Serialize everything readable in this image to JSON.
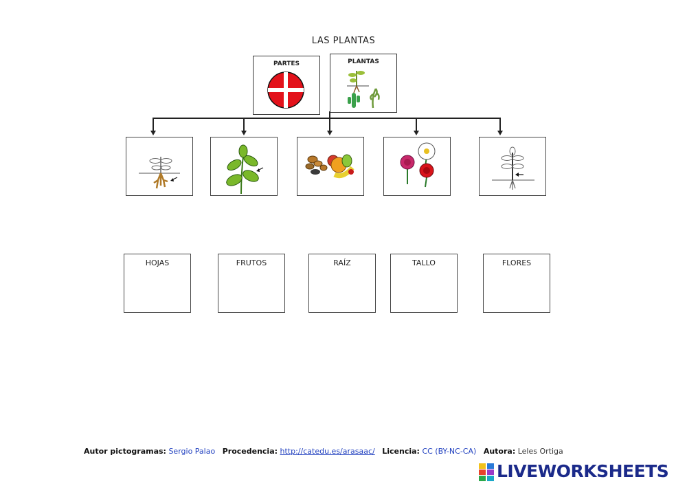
{
  "title": "LAS PLANTAS",
  "top_cards": [
    {
      "label": "PARTES",
      "icon": "parts-circle-icon"
    },
    {
      "label": "PLANTAS",
      "icon": "plants-icon"
    }
  ],
  "pictograms": [
    {
      "name": "root-pictogram",
      "icon": "plant-root-icon"
    },
    {
      "name": "leaf-pictogram",
      "icon": "plant-leaf-icon"
    },
    {
      "name": "fruits-pictogram",
      "icon": "fruits-icon"
    },
    {
      "name": "flowers-pictogram",
      "icon": "flowers-icon"
    },
    {
      "name": "stem-pictogram",
      "icon": "plant-stem-icon"
    }
  ],
  "answer_boxes": [
    "HOJAS",
    "FRUTOS",
    "RAÍZ",
    "TALLO",
    "FLORES"
  ],
  "footer": {
    "author_label": "Autor pictogramas:",
    "author_value": "Sergio Palao",
    "source_label": "Procedencia:",
    "source_value": "http://catedu.es/arasaac/",
    "license_label": "Licencia:",
    "license_value": "CC (BY-NC-CA)",
    "authora_label": "Autora:",
    "authora_value": "Leles Ortiga"
  },
  "brand": {
    "text": "LIVEWORKSHEETS",
    "color": "#1b2a8a"
  }
}
